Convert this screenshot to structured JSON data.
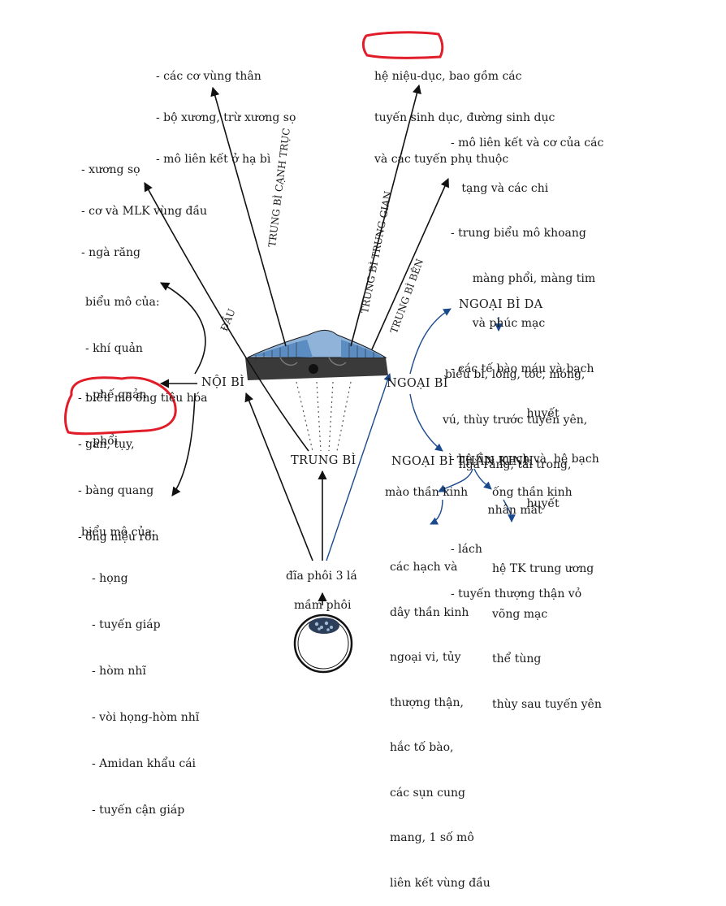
{
  "mesoderm_paraxial_list": [
    "- các cơ vùng thân",
    "- bộ xương, trừ xương sọ",
    "- mô liên kết ở hạ bì"
  ],
  "mesoderm_intermediate_list": [
    "hệ niệu-dục, bao gồm các",
    "tuyến sinh dục, đường sinh dục",
    "và các tuyến phụ thuộc"
  ],
  "head_list": [
    "- xương sọ",
    "- cơ và MLK vùng đầu",
    "- ngà răng"
  ],
  "mesoderm_lateral_list": [
    "- mô liên kết và cơ của các",
    "   tạng và các chi",
    "- trung biểu mô khoang",
    "      màng phổi, màng tim",
    "      và phúc mạc",
    "- các tế bào máu và bạch",
    "                     huyết",
    "- hệ tim mạch và  hệ bạch",
    "                     huyết",
    "- lách",
    "- tuyến thượng thận vỏ"
  ],
  "label_paraxial": "TRUNG BÌ CẠNH TRỤC",
  "label_intermediate": "TRUNG BÌ TRUNG GIAN",
  "label_lateral": "TRUNG BÌ BÊN",
  "label_head": "ĐẦU",
  "endoderm_resp_title": "biểu mô của:",
  "endoderm_resp_list": [
    "- khí quản",
    "- phế quản",
    "- phổi"
  ],
  "endoderm_gut_list": [
    "- biểu mô ống tiêu hóa",
    "- gan, tụy,",
    "- bàng quang",
    "- ống niệu rốn"
  ],
  "endoderm_label": "NỘI BÌ",
  "endoderm_pharynx_title": "biểu mô của:",
  "endoderm_pharynx_list": [
    "- họng",
    "- tuyến giáp",
    "- hòm nhĩ",
    "- vòi họng-hòm nhĩ",
    "- Amidan khẩu cái",
    "- tuyến cận giáp"
  ],
  "mesoderm_label": "TRUNG BÌ",
  "ectoderm_label": "NGOẠI BÌ",
  "surface_ecto_label": "NGOẠI BÌ DA",
  "surface_ecto_list": [
    "biểu bì, lông, tóc, móng,",
    "vú, thùy trước tuyến yên,",
    "ngà răng, tai trong,",
    "nhân mắt"
  ],
  "neuro_ecto_label": "NGOẠI BÌ THẦN KINH",
  "neural_crest_label": "mào thần kinh",
  "neural_tube_label": "ống thần kinh",
  "neural_crest_list": [
    "các hạch và",
    "dây thần kinh",
    "ngoại vi, tủy",
    "thượng thận,",
    "hắc tố bào,",
    "các sụn cung",
    "mang, 1 số mô",
    "liên kết vùng đầu"
  ],
  "neural_tube_list": [
    "hệ TK trung ương",
    "võng mạc",
    "thể tùng",
    "thùy sau tuyến yên"
  ],
  "trilaminar_label": "đĩa phôi 3 lá",
  "embryo_label": "mầm phôi",
  "colors": {
    "annotation": "#e11d2a",
    "ecto_arrow": "#1b4a8c",
    "black_arrow": "#111111",
    "disc_blue": "#5b8cc2"
  }
}
